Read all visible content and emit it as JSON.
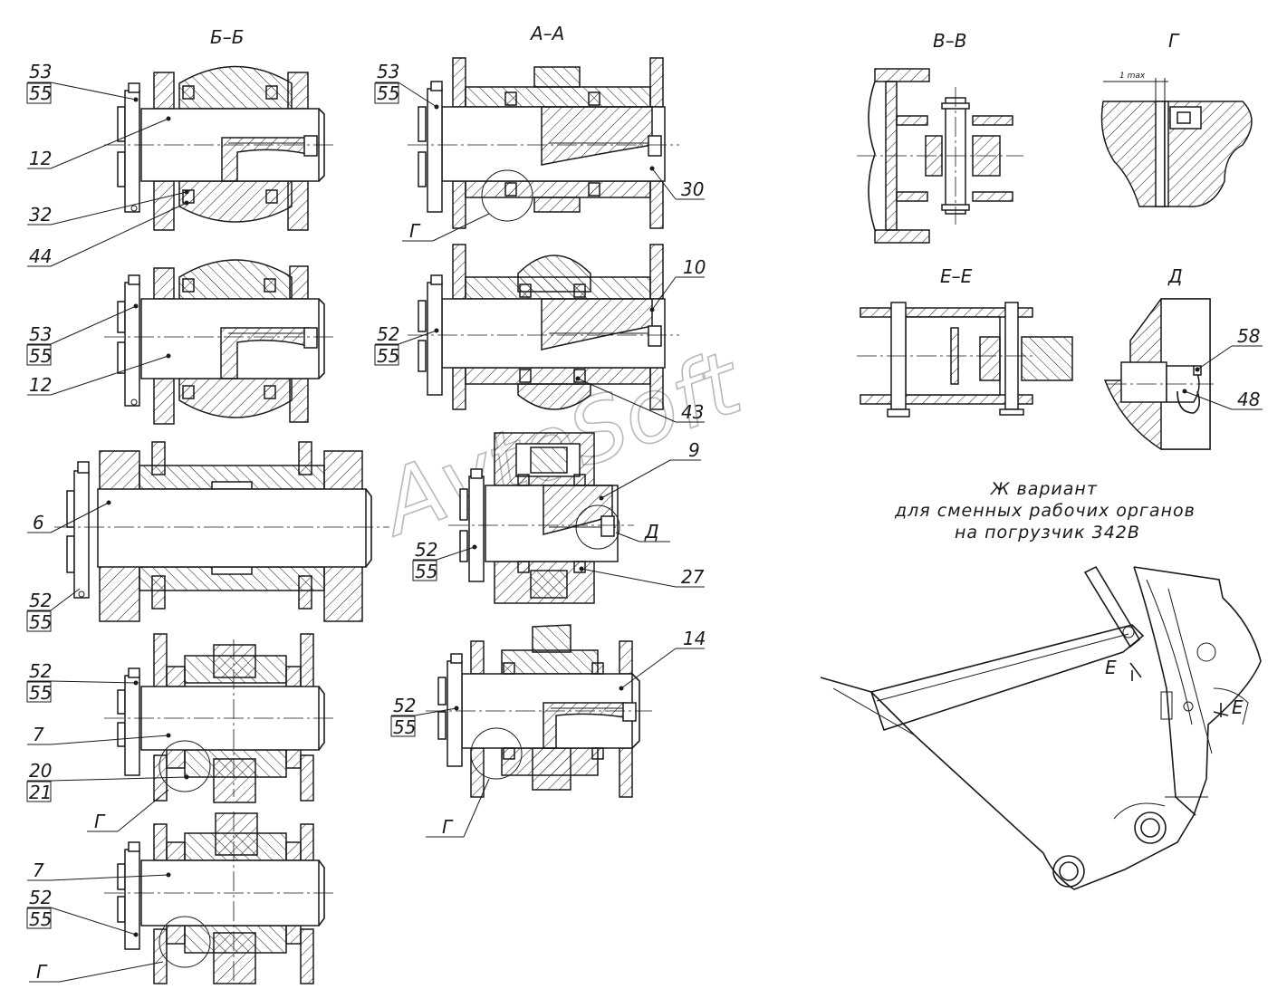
{
  "drawing": {
    "section_titles": {
      "bb": "Б–Б",
      "aa": "А–А",
      "vv": "В–В",
      "g": "Г",
      "ee": "Е–Е",
      "d": "Д"
    },
    "labels": {
      "p53a": "53",
      "p55a": "55",
      "p12a": "12",
      "p32": "32",
      "p44": "44",
      "p53b": "53",
      "p55b": "55",
      "p12b": "12",
      "p6": "6",
      "p52c": "52",
      "p55c": "55",
      "p52d": "52",
      "p55d": "55",
      "p7a": "7",
      "p20": "20",
      "p21": "21",
      "gA": "Г",
      "p7b": "7",
      "p52e": "52",
      "p55e": "55",
      "gB": "Г",
      "p53f": "53",
      "p55f": "55",
      "p30": "30",
      "gC": "Г",
      "p10": "10",
      "p52g": "52",
      "p55g": "55",
      "p43": "43",
      "p9": "9",
      "dD": "Д",
      "p52h": "52",
      "p55h": "55",
      "p27": "27",
      "p14": "14",
      "p52i": "52",
      "p55i": "55",
      "gD": "Г",
      "p58": "58",
      "p48": "48",
      "eMark1": "Е",
      "eMark2": "Е",
      "one_max": "1 max"
    },
    "note_lines": [
      "Ж вариант",
      "для сменных рабочих органов",
      "на погрузчик 342В"
    ],
    "watermark": "AvtoSoft"
  }
}
